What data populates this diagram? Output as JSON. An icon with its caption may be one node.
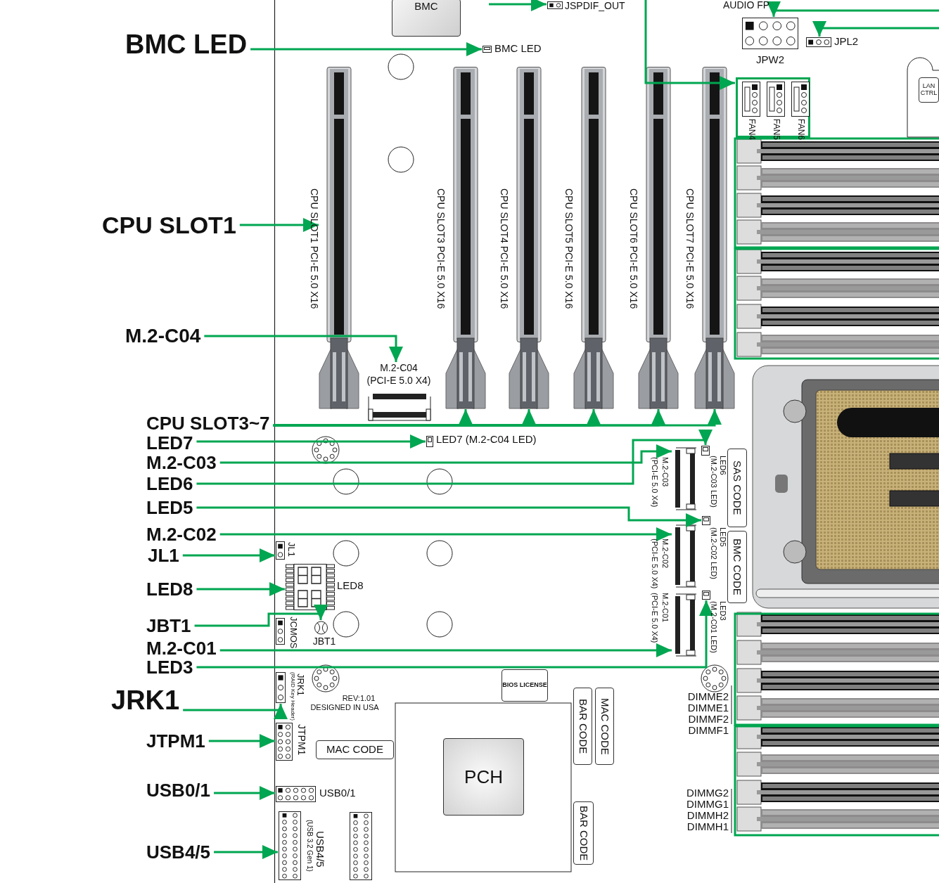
{
  "diagram": {
    "nodes": [
      {
        "text": [
          "BMC"
        ]
      },
      {
        "text": [
          "JSPDIF_OUT"
        ]
      },
      {
        "text": [
          "JPW2"
        ]
      },
      {
        "text": [
          "JPL2"
        ]
      },
      {
        "text": [
          "LAN CTRL"
        ]
      },
      {
        "text": [
          "BMC LED"
        ]
      },
      {
        "text": [
          "BMC LED"
        ]
      },
      {
        "text": [],
        "shape": "box"
      },
      {
        "text": [
          "FAN4"
        ],
        "in": 7
      },
      {
        "text": [
          "FAN5"
        ],
        "in": 7
      },
      {
        "text": [
          "FAN6"
        ],
        "in": 7
      },
      {
        "text": [
          "CPU SLOT1"
        ]
      },
      {
        "text": [
          "CPU SLOT1 PCI-E 5.0 X16"
        ]
      },
      {
        "text": [
          "CPU SLOT3 PCI-E 5.0 X16"
        ]
      },
      {
        "text": [
          "CPU SLOT4 PCI-E 5.0 X16"
        ]
      },
      {
        "text": [
          "CPU SLOT5 PCI-E 5.0 X16"
        ]
      },
      {
        "text": [
          "CPU SLOT6 PCI-E 5.0 X16"
        ]
      },
      {
        "text": [
          "CPU SLOT7 PCI-E 5.0 X16"
        ]
      },
      {
        "text": [
          "M.2-C04"
        ]
      },
      {
        "text": [
          "M.2-C04",
          "(PCI-E 5.0 X4)"
        ]
      },
      {
        "text": [
          "CPU SLOT3~7"
        ]
      },
      {
        "text": [
          "LED7"
        ]
      },
      {
        "text": [
          "LED7 (M.2-C04 LED)"
        ]
      },
      {
        "text": [
          "M.2-C03"
        ]
      },
      {
        "text": [
          "M.2-C03",
          "(PCI-E 5.0 X4)"
        ]
      },
      {
        "text": [
          "LED6"
        ]
      },
      {
        "text": [
          "LED6",
          "(M.2-C03 LED)"
        ]
      },
      {
        "text": [
          "SAS CODE"
        ]
      },
      {
        "text": [
          "LED5"
        ]
      },
      {
        "text": [
          "LED5",
          "(M.2-C02 LED)"
        ]
      },
      {
        "text": [
          "M.2-C02"
        ]
      },
      {
        "text": [
          "M.2-C02",
          "(PCI-E 5.0 X4)"
        ]
      },
      {
        "text": [
          "BMC CODE"
        ]
      },
      {
        "text": [
          "JL1"
        ]
      },
      {
        "text": [
          "JL1"
        ]
      },
      {
        "text": [
          "LED8"
        ]
      },
      {
        "text": [
          "LED8"
        ]
      },
      {
        "text": [
          "JBT1"
        ]
      },
      {
        "text": [
          "JCMOS"
        ]
      },
      {
        "text": [
          "JBT1"
        ]
      },
      {
        "text": [
          "M.2-C01"
        ]
      },
      {
        "text": [
          "M.2-C01",
          "(PCI-E 5.0 X4)"
        ]
      },
      {
        "text": [
          "LED3"
        ]
      },
      {
        "text": [
          "LED3",
          "(M.2-C01 LED)"
        ]
      },
      {
        "text": [
          "BIOS LICENSE"
        ]
      },
      {
        "text": [
          "JRK1"
        ]
      },
      {
        "text": [
          "JRK1",
          "(RAID Key Header)"
        ]
      },
      {
        "text": [
          "BAR CODE"
        ]
      },
      {
        "text": [
          "MAC CODE"
        ]
      },
      {
        "text": [
          "JTPM1"
        ]
      },
      {
        "text": [
          "JTPM1"
        ]
      },
      {
        "text": [
          "MAC CODE"
        ]
      },
      {
        "text": [
          "PCH"
        ]
      },
      {
        "text": [
          "USB0/1"
        ]
      },
      {
        "text": [
          "USB0/1"
        ]
      },
      {
        "text": [
          "BAR CODE"
        ]
      },
      {
        "text": [
          "USB4/5"
        ]
      },
      {
        "text": [
          "USB4/5",
          "(USB 3.2 Gen 1)"
        ]
      }
    ],
    "edges": [
      {
        "from": null,
        "to": 1,
        "arrow": "to"
      },
      {
        "from": null,
        "to": 2,
        "arrow": "to"
      },
      {
        "from": null,
        "to": 3,
        "arrow": "to"
      },
      {
        "from": null,
        "to": 7,
        "arrow": "to"
      },
      {
        "from": 5,
        "to": 6,
        "arrow": "to"
      },
      {
        "from": 11,
        "to": 12,
        "arrow": "to"
      },
      {
        "from": 18,
        "to": 19,
        "arrow": "to"
      },
      {
        "from": 20,
        "to": 13,
        "arrow": "to"
      },
      {
        "from": 20,
        "to": 14,
        "arrow": "to"
      },
      {
        "from": 20,
        "to": 15,
        "arrow": "to"
      },
      {
        "from": 20,
        "to": 16,
        "arrow": "to"
      },
      {
        "from": 20,
        "to": 17,
        "arrow": "to"
      },
      {
        "from": 21,
        "to": 22,
        "arrow": "to"
      },
      {
        "from": 23,
        "to": 24,
        "arrow": "to"
      },
      {
        "from": 25,
        "to": 26,
        "arrow": "to"
      },
      {
        "from": 28,
        "to": 29,
        "arrow": "to"
      },
      {
        "from": 30,
        "to": 31,
        "arrow": "to"
      },
      {
        "from": 33,
        "to": 34,
        "arrow": "to"
      },
      {
        "from": 35,
        "to": 36,
        "arrow": "to"
      },
      {
        "from": 37,
        "to": 39,
        "arrow": "to"
      },
      {
        "from": 40,
        "to": 41,
        "arrow": "to"
      },
      {
        "from": 42,
        "to": 43,
        "arrow": "to"
      },
      {
        "from": 45,
        "to": 46,
        "arrow": "to"
      },
      {
        "from": 49,
        "to": 50,
        "arrow": "to"
      },
      {
        "from": 53,
        "to": 54,
        "arrow": "to"
      },
      {
        "from": 56,
        "to": 57,
        "arrow": "to"
      }
    ],
    "labels": [
      "AUDIO FP",
      "REV:1.01",
      "DESIGNED IN USA",
      "DIMME2",
      "DIMME1",
      "DIMMF2",
      "DIMMF1",
      "DIMMG2",
      "DIMMG1",
      "DIMMH2",
      "DIMMH1"
    ]
  }
}
